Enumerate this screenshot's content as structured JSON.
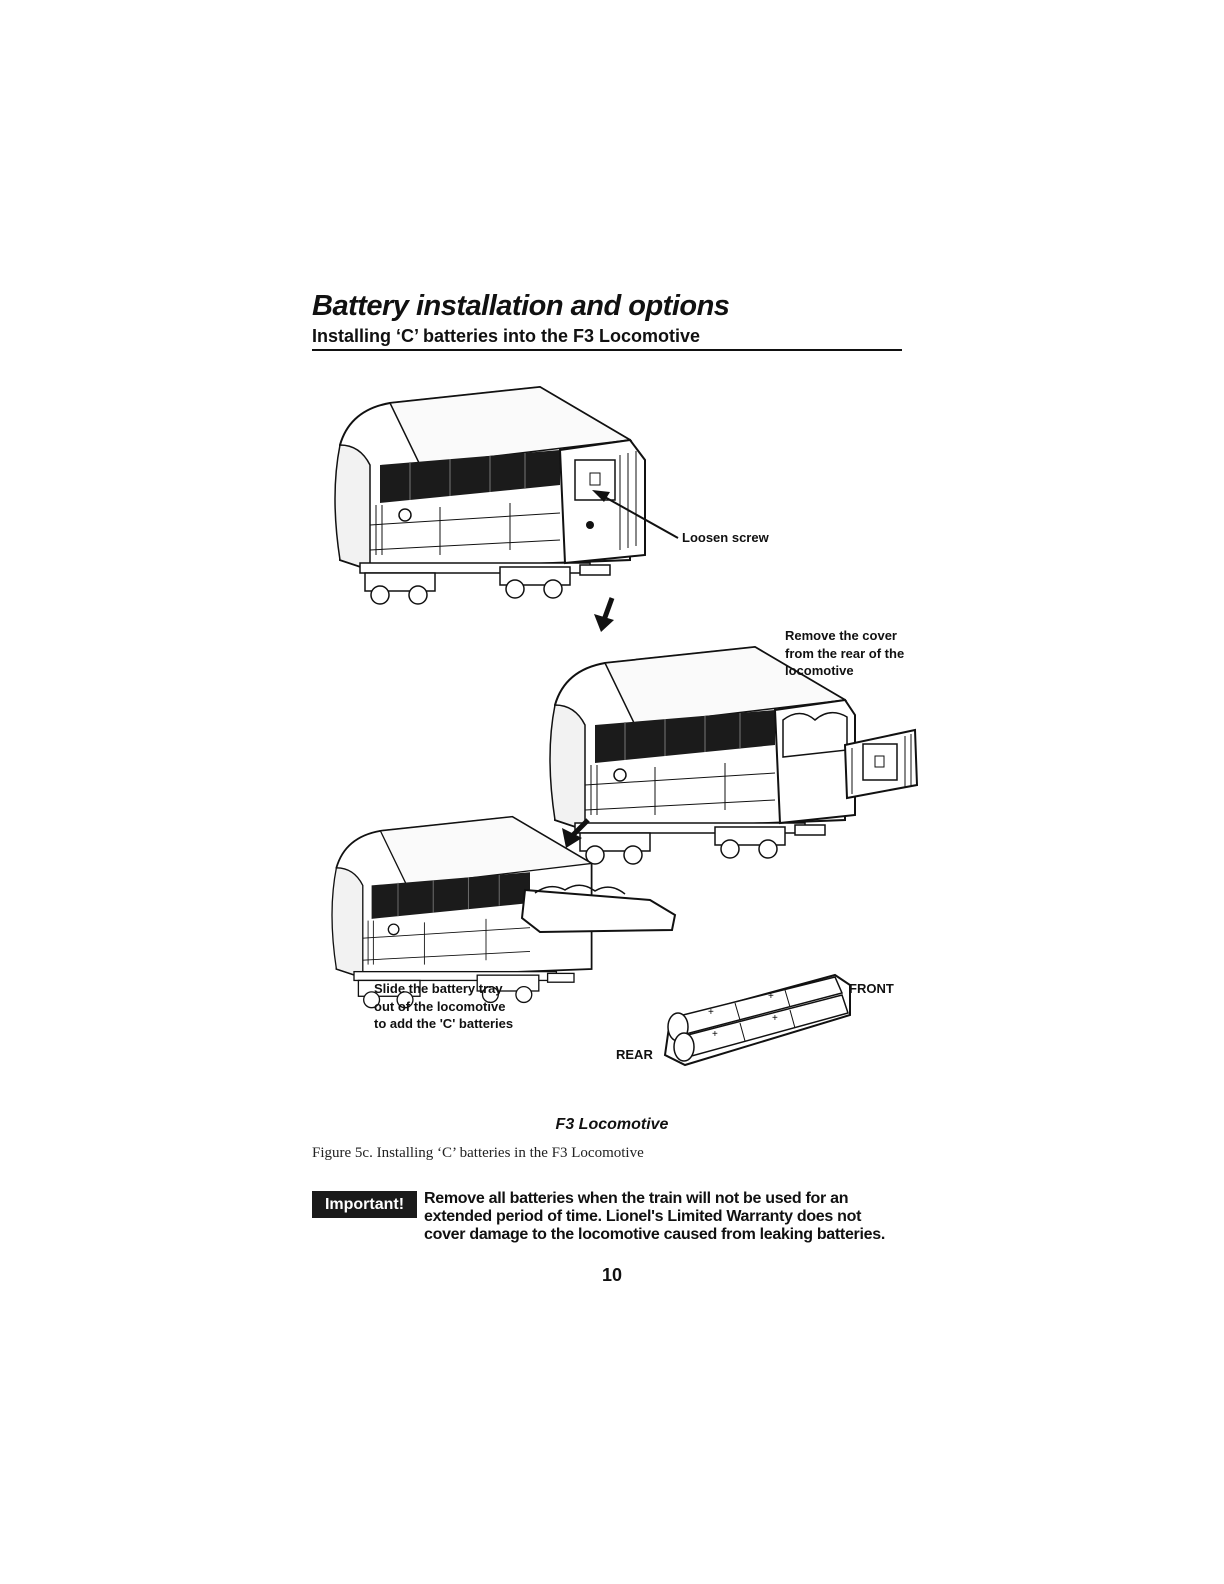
{
  "header": {
    "title": "Battery installation and options",
    "subtitle": "Installing ‘C’ batteries into the F3 Locomotive"
  },
  "figure": {
    "callouts": {
      "loosen_screw": "Loosen screw",
      "remove_cover": "Remove the cover\nfrom the rear of the\nlocomotive",
      "slide_tray": "Slide the battery tray\nout of the locomotive\nto add the 'C' batteries",
      "front": "FRONT",
      "rear": "REAR"
    },
    "label": "F3 Locomotive",
    "caption": "Figure 5c. Installing ‘C’ batteries in the F3 Locomotive"
  },
  "important": {
    "label": "Important!",
    "text": "Remove all batteries when the train will not be used for an extended period of time.  Lionel's Limited Warranty does not cover damage to the locomotive caused from leaking batteries."
  },
  "footer": {
    "page_number": "10"
  }
}
